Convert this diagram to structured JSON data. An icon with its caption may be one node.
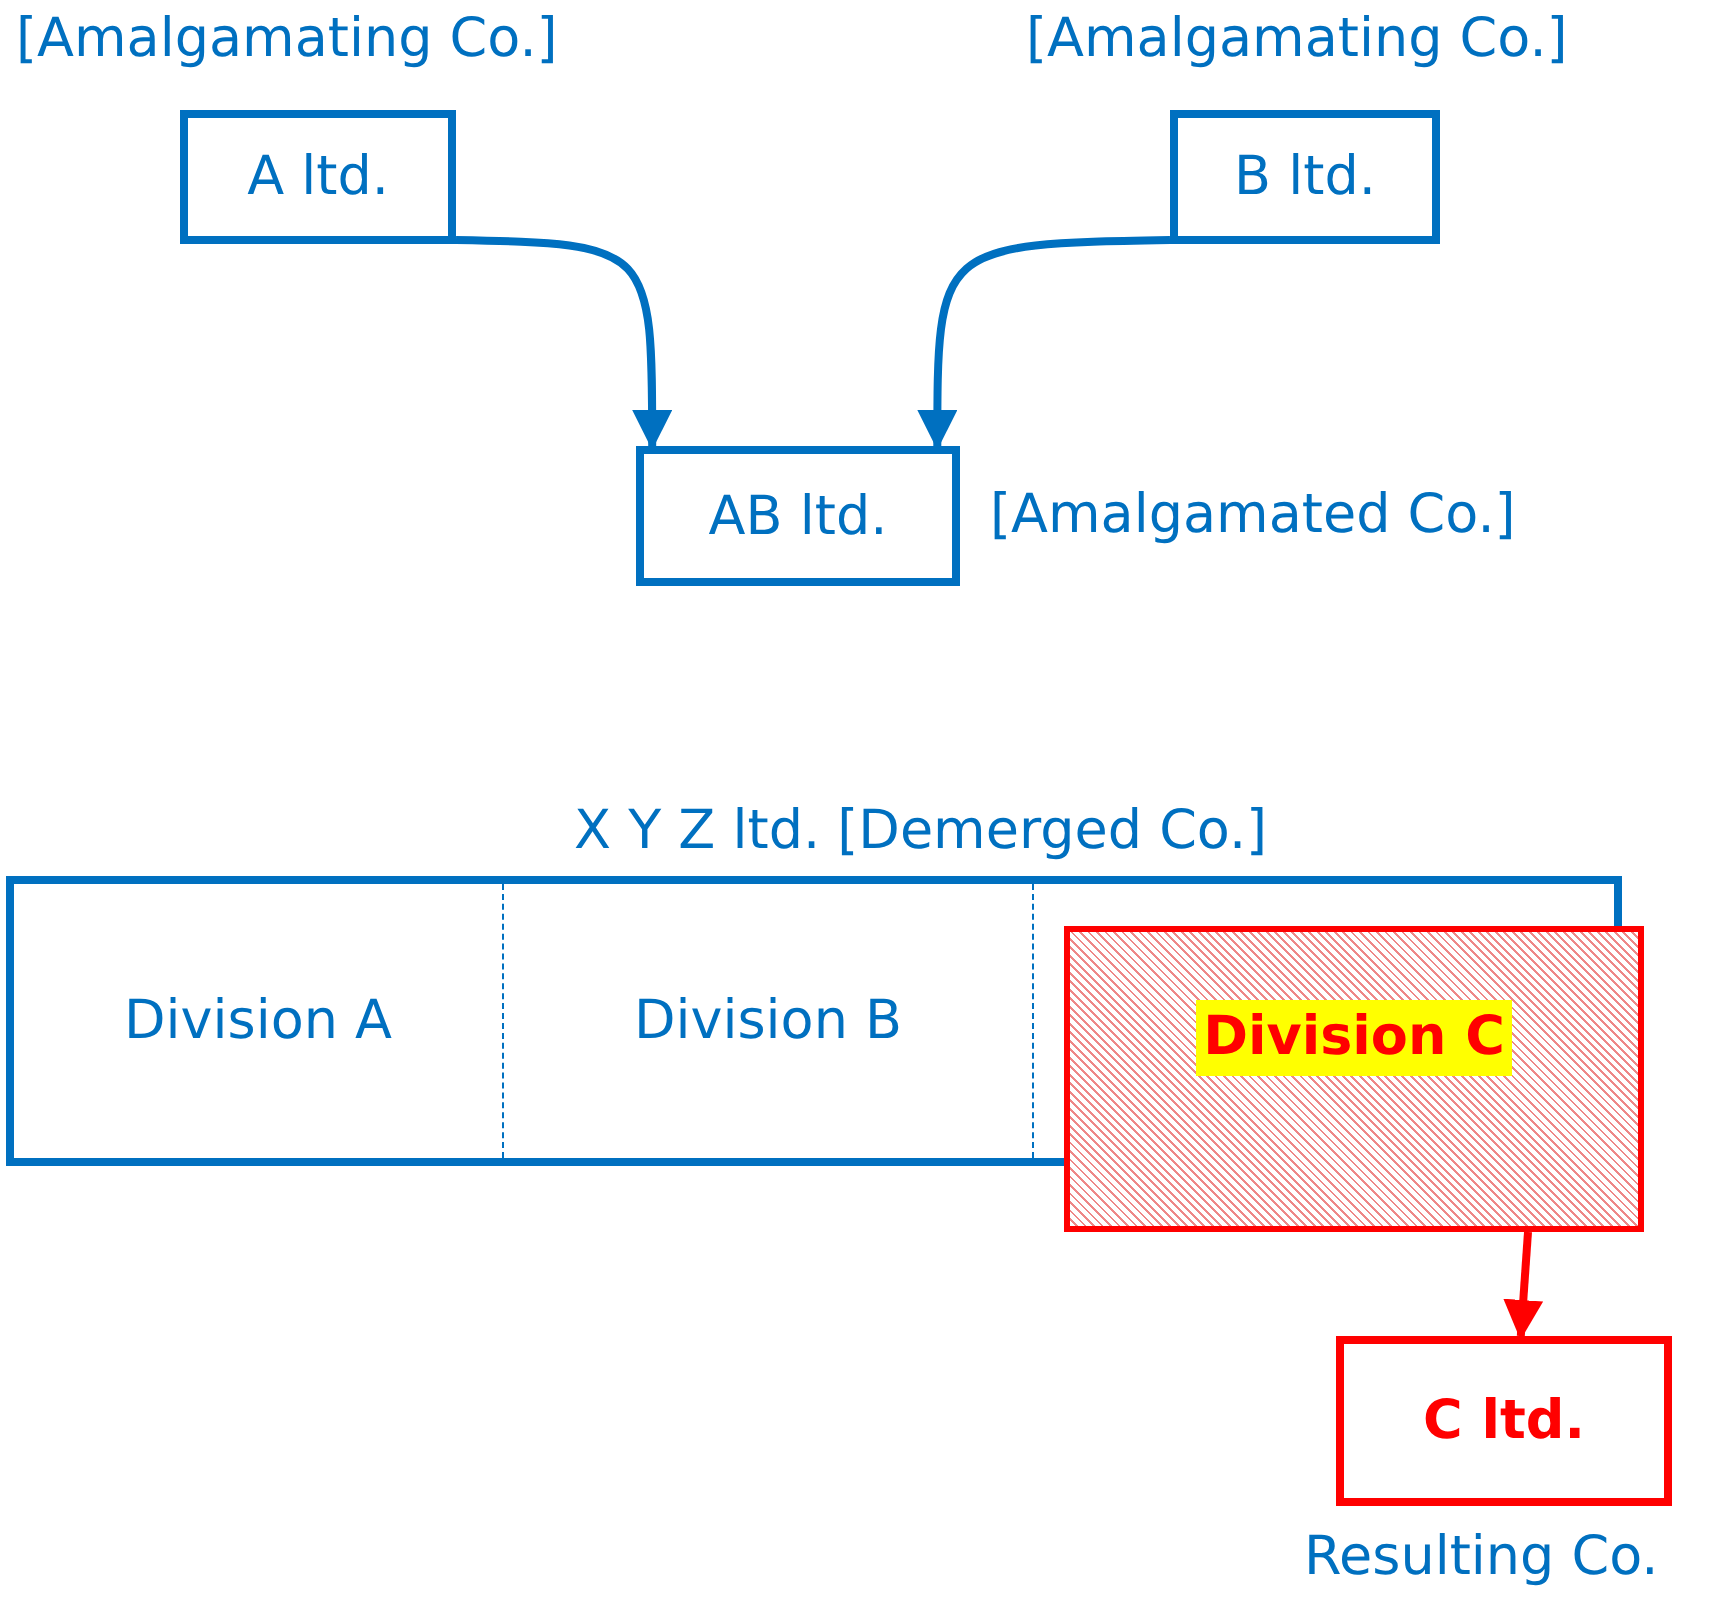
{
  "diagram": {
    "nodes": [
      {
        "text": [
          "A ltd."
        ],
        "beside": [
          "[Amalgamating Co.]"
        ]
      },
      {
        "text": [
          "B ltd."
        ],
        "beside": [
          "[Amalgamating Co.]"
        ]
      },
      {
        "text": [
          "AB ltd."
        ],
        "beside": [
          "[Amalgamated Co.]"
        ]
      },
      {
        "text": [
          "X Y Z ltd. [Demerged Co.]"
        ]
      },
      {
        "text": [
          "Division A"
        ],
        "in": 3
      },
      {
        "text": [
          "Division B"
        ],
        "in": 3
      },
      {
        "text": [
          "Division C"
        ]
      },
      {
        "text": [
          "C ltd."
        ],
        "beside": [
          "Resulting Co."
        ]
      }
    ],
    "edges": [
      {
        "from": 0,
        "to": 2,
        "arrow": "to"
      },
      {
        "from": 1,
        "to": 2,
        "arrow": "to"
      },
      {
        "from": 6,
        "to": 7,
        "arrow": "to",
        "color": "#ff0000"
      }
    ]
  }
}
